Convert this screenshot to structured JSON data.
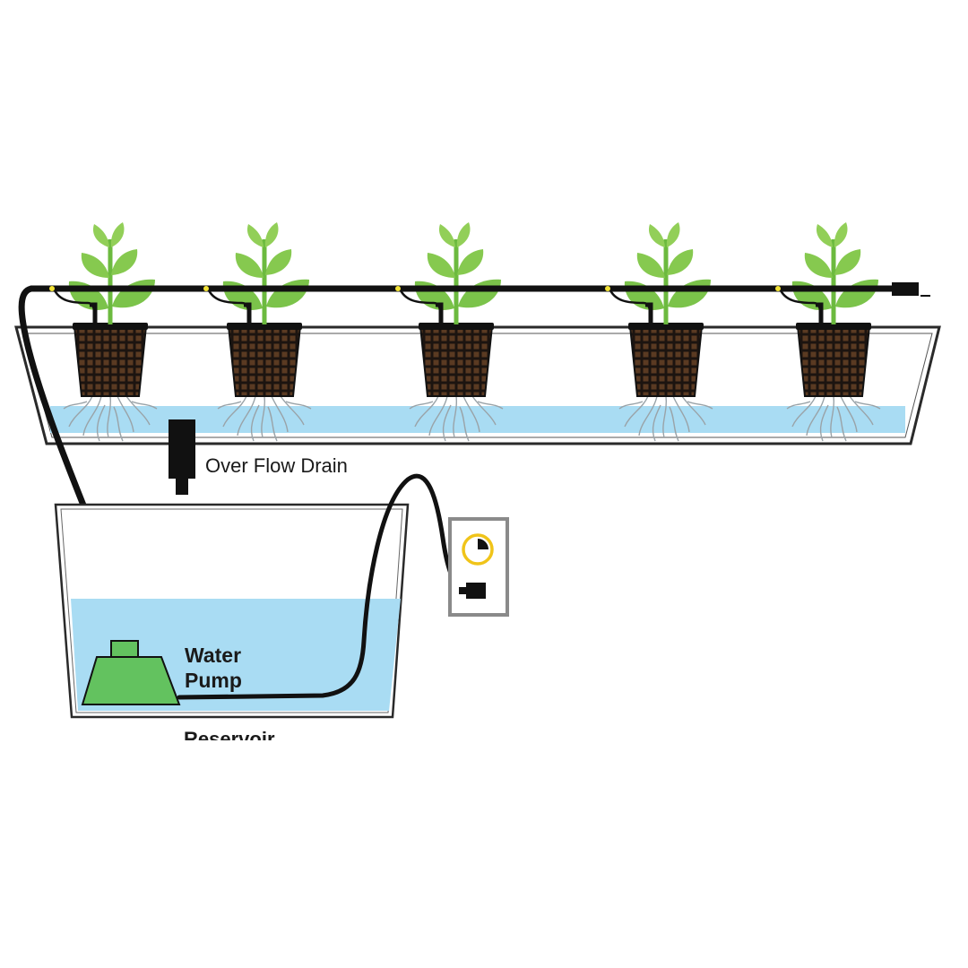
{
  "labels": {
    "overflow_drain": "Over Flow Drain",
    "pump_line1": "Water",
    "pump_line2": "Pump",
    "reservoir": "Reservoir"
  },
  "plants": [
    "plant-1",
    "plant-2",
    "plant-3",
    "plant-4",
    "plant-5"
  ],
  "colors": {
    "water": "#a9dcf3",
    "tube": "#111111",
    "pump": "#63c25f",
    "leaf": "#7bc34a",
    "emitter": "#f2e236",
    "timer_ring": "#f0c419",
    "outlet_frame": "#8a8a8a",
    "drop": "#2f93c7"
  },
  "icons": [
    "water-drop-icon",
    "timer-icon",
    "power-plug-icon"
  ]
}
